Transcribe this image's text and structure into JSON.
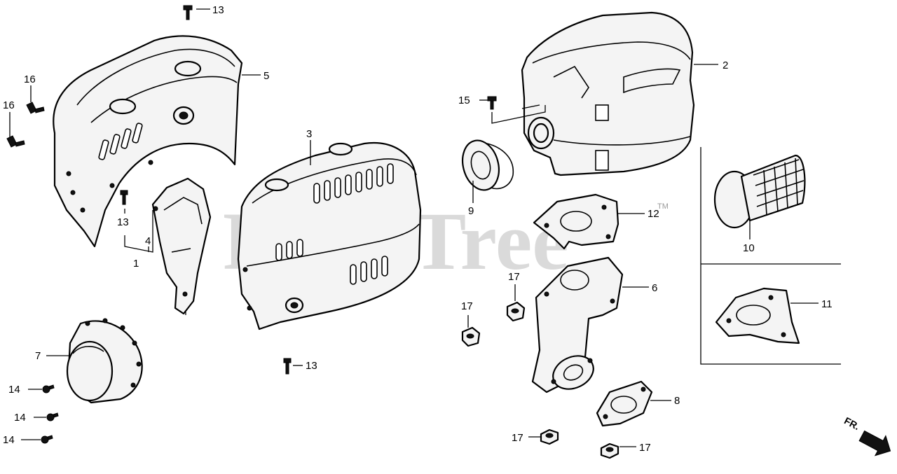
{
  "watermark": "PartsTree",
  "trademark": "TM",
  "direction_label": "FR.",
  "labels": {
    "p1": "1",
    "p2": "2",
    "p3": "3",
    "p4": "4",
    "p5": "5",
    "p6": "6",
    "p7": "7",
    "p8": "8",
    "p9": "9",
    "p10": "10",
    "p11": "11",
    "p12": "12",
    "p13a": "13",
    "p13b": "13",
    "p13c": "13",
    "p14a": "14",
    "p14b": "14",
    "p14c": "14",
    "p15": "15",
    "p16a": "16",
    "p16b": "16",
    "p17a": "17",
    "p17b": "17",
    "p17c": "17",
    "p17d": "17"
  }
}
